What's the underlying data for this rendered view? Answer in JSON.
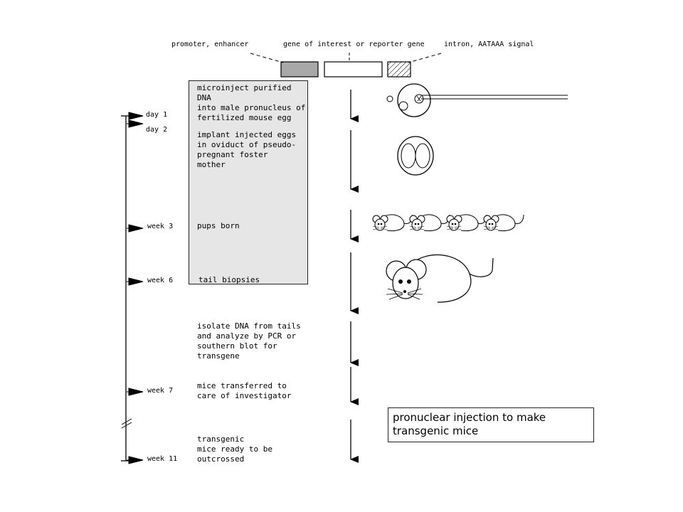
{
  "construct": {
    "promoter_label": "promoter, enhancer",
    "gene_label": "gene of interest or reporter gene",
    "intron_label": "intron, AATAAA signal"
  },
  "timeline": {
    "day1": "day 1",
    "day2": "day 2",
    "week3": "week 3",
    "week6": "week 6",
    "week7": "week 7",
    "week11": "week 11"
  },
  "steps": {
    "microinject": "microinject purified\nDNA\ninto male pronucleus of\nfertilized mouse egg",
    "implant": "implant injected eggs\nin oviduct of pseudo-\npregnant foster\nmother",
    "pups": "pups born",
    "biopsies": "tail biopsies",
    "isolate": "isolate DNA from tails\nand analyze by PCR or\nsouthern blot for\ntransgene",
    "transfer": "mice transferred to\ncare of investigator",
    "transgenic": "transgenic\nmice ready to be\noutcrossed"
  },
  "caption": {
    "line1": "pronuclear injection to make",
    "line2": "transgenic mice"
  },
  "colors": {
    "panel": "#e6e6e6",
    "promoter_box": "#a8a8a8",
    "ink": "#000000"
  }
}
